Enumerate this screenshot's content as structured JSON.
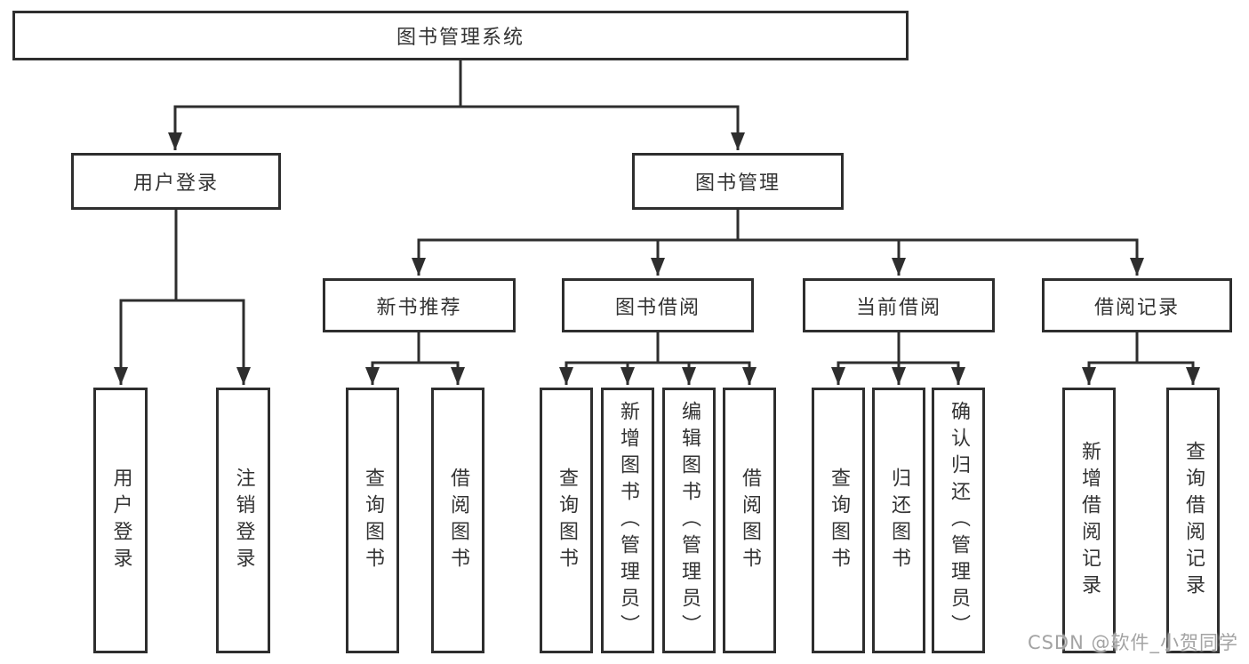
{
  "diagram": {
    "root": {
      "label": "图书管理系统"
    },
    "branches": [
      {
        "label": "用户登录",
        "children": [
          {
            "label": "用户登录"
          },
          {
            "label": "注销登录"
          }
        ]
      },
      {
        "label": "图书管理",
        "children": [
          {
            "label": "新书推荐",
            "children": [
              {
                "label": "查询图书"
              },
              {
                "label": "借阅图书"
              }
            ]
          },
          {
            "label": "图书借阅",
            "children": [
              {
                "label": "查询图书"
              },
              {
                "label": "新增图书（管理员）"
              },
              {
                "label": "编辑图书（管理员）"
              },
              {
                "label": "借阅图书"
              }
            ]
          },
          {
            "label": "当前借阅",
            "children": [
              {
                "label": "查询图书"
              },
              {
                "label": "归还图书"
              },
              {
                "label": "确认归还（管理员）"
              }
            ]
          },
          {
            "label": "借阅记录",
            "children": [
              {
                "label": "新增借阅记录"
              },
              {
                "label": "查询借阅记录"
              }
            ]
          }
        ]
      }
    ]
  },
  "watermark": {
    "text": "CSDN @软件_小贺同学"
  },
  "colors": {
    "line": "#2e2e2e",
    "box_border": "#2e2e2e",
    "text": "#333333",
    "watermark": "#9e9e9e",
    "background": "#ffffff"
  }
}
